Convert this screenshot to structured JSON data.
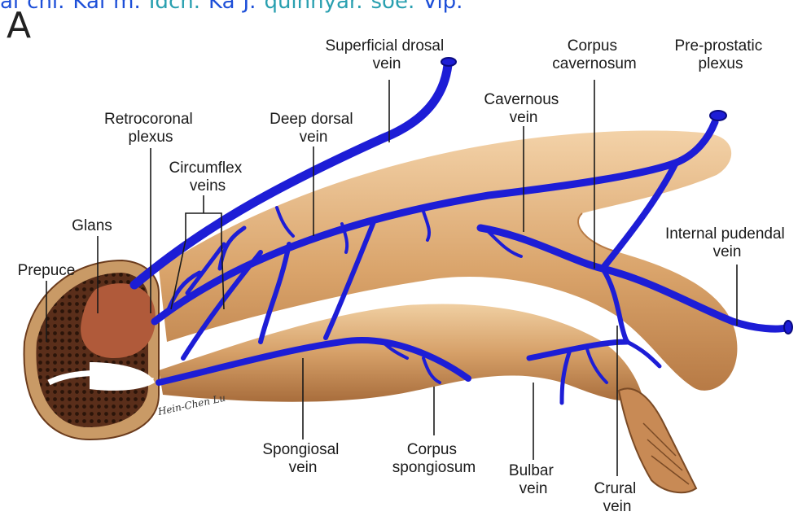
{
  "header_words": [
    "ai",
    "chi.",
    "Kai",
    "m.",
    "Idch.",
    "Ka",
    "J.",
    "quinnyar.",
    "soe.",
    "Vip."
  ],
  "panel_letter": "A",
  "signature": "Hein-Chen Lu",
  "labels": {
    "superficial_dorsal_vein": [
      "Superficial drosal",
      "vein"
    ],
    "corpus_cavernosum": [
      "Corpus",
      "cavernosum"
    ],
    "pre_prostatic_plexus": [
      "Pre-prostatic",
      "plexus"
    ],
    "retrocoronal_plexus": [
      "Retrocoronal",
      "plexus"
    ],
    "deep_dorsal_vein": [
      "Deep dorsal",
      "vein"
    ],
    "cavernous_vein": [
      "Cavernous",
      "vein"
    ],
    "circumflex_veins": [
      "Circumflex",
      "veins"
    ],
    "glans": [
      "Glans"
    ],
    "internal_pudendal_vein": [
      "Internal pudendal",
      "vein"
    ],
    "prepuce": [
      "Prepuce"
    ],
    "spongiosal_vein": [
      "Spongiosal",
      "vein"
    ],
    "corpus_spongiosum": [
      "Corpus",
      "spongiosum"
    ],
    "bulbar_vein": [
      "Bulbar",
      "vein"
    ],
    "crural_vein": [
      "Crural",
      "vein"
    ]
  },
  "colors": {
    "vein": "#1d1dd6",
    "tissue": "#d9a36a",
    "tissue_light": "#f3d2a8",
    "tissue_dark": "#b77a45",
    "glans": "#b05a3a",
    "prepuce_cut": "#5a2e1a"
  }
}
